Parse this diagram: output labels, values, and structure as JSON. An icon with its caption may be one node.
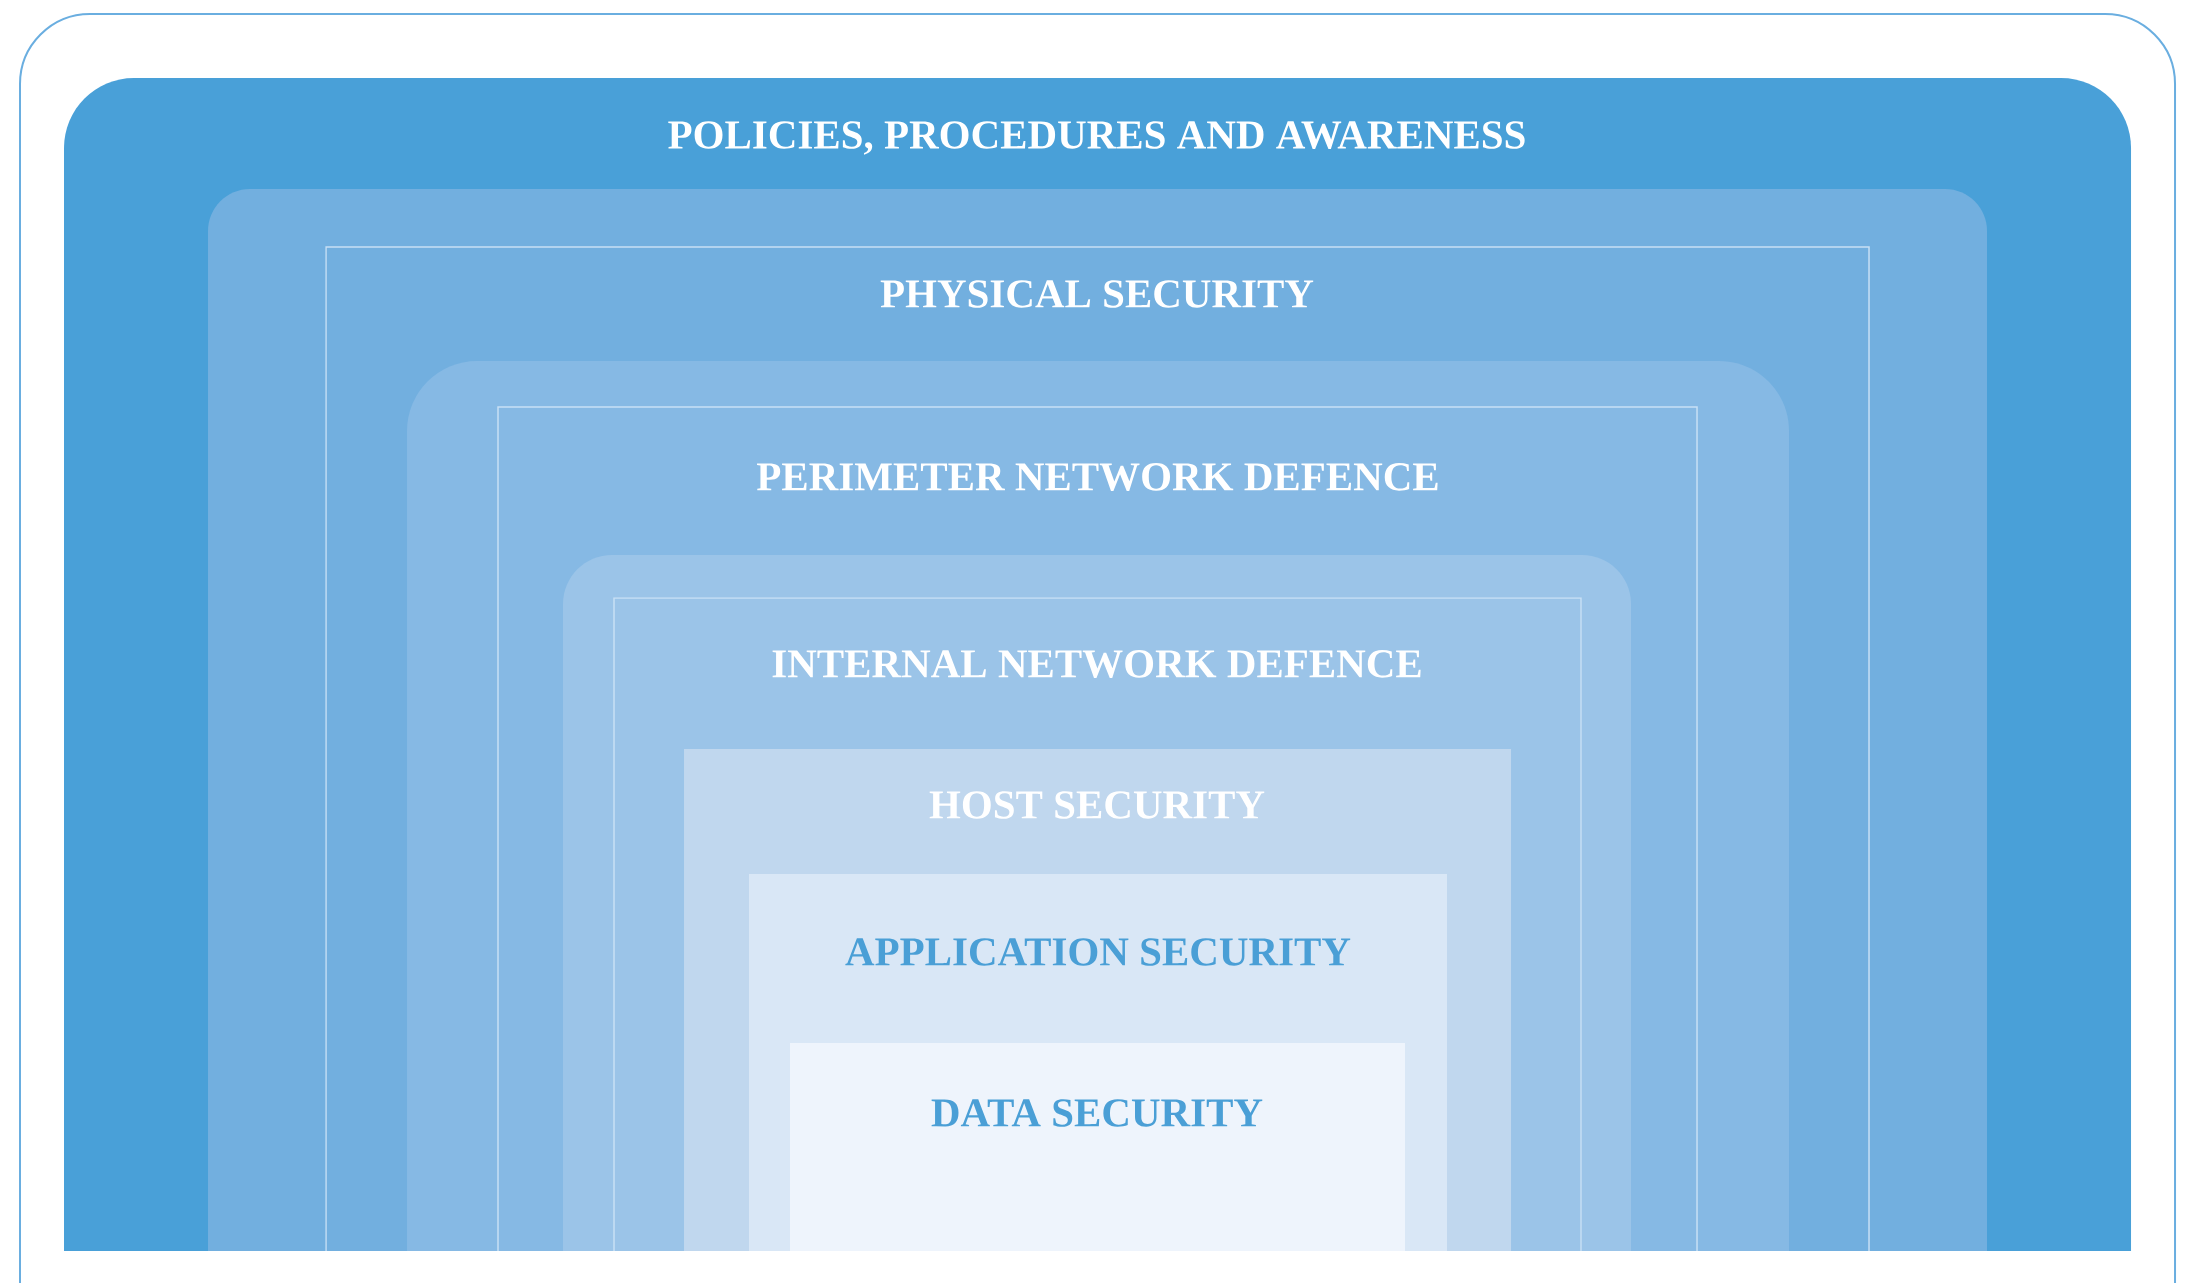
{
  "diagram": {
    "nodes": [
      {
        "text": [
          "POLICIES, PROCEDURES AND AWARENESS"
        ]
      },
      {
        "text": [
          "PHYSICAL SECURITY"
        ],
        "in": 0
      },
      {
        "text": [
          "PERIMETER NETWORK DEFENCE"
        ],
        "in": 1
      },
      {
        "text": [
          "INTERNAL NETWORK DEFENCE"
        ],
        "in": 2
      },
      {
        "text": [
          "HOST SECURITY"
        ],
        "in": 3
      },
      {
        "text": [
          "APPLICATION SECURITY"
        ],
        "in": 4
      },
      {
        "text": [
          "DATA SECURITY"
        ],
        "in": 5
      }
    ]
  }
}
